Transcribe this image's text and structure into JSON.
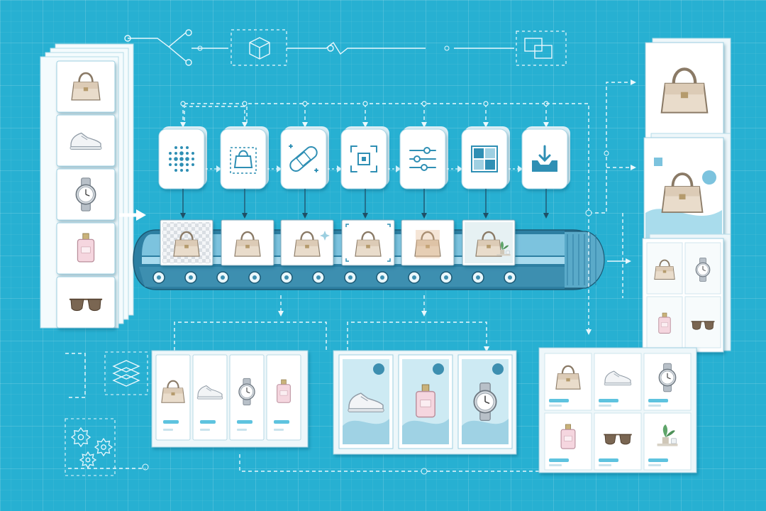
{
  "colors": {
    "background": "#27b0d2",
    "line": "#eaf8fd",
    "tile": "#ffffff",
    "icon": "#2f8fb4",
    "belt": "#3d8fb0",
    "bar": "#5ec3df"
  },
  "source_stack": {
    "products": [
      "handbag",
      "sneaker",
      "wristwatch",
      "perfume-bottle",
      "sunglasses"
    ]
  },
  "processing_steps": [
    {
      "name": "step-detect",
      "icon": "dots-grid-icon",
      "result": "background-removed"
    },
    {
      "name": "step-mask",
      "icon": "bag-outline-icon",
      "result": "clean-white"
    },
    {
      "name": "step-retouch",
      "icon": "bandage-icon",
      "result": "retouched-sparkle"
    },
    {
      "name": "step-crop",
      "icon": "crop-frame-icon",
      "result": "cropped"
    },
    {
      "name": "step-adjust",
      "icon": "sliders-icon",
      "result": "color-adjusted"
    },
    {
      "name": "step-layout",
      "icon": "layout-grid-icon",
      "result": "styled-scene"
    },
    {
      "name": "step-export",
      "icon": "download-tray-icon",
      "result": "exported"
    }
  ],
  "top_workflow_icons": [
    "branch-icon",
    "cube-icon",
    "window-icon"
  ],
  "bottom_workflow_icons": [
    "layers-icon",
    "gears-icon"
  ],
  "outputs": {
    "right": [
      {
        "name": "output-single-product",
        "products": [
          "handbag"
        ]
      },
      {
        "name": "output-banner",
        "products": [
          "handbag"
        ]
      },
      {
        "name": "output-grid-2x2",
        "products": [
          "handbag",
          "wristwatch",
          "perfume-bottle",
          "sunglasses"
        ]
      }
    ],
    "bottom": [
      {
        "name": "output-listing-strip",
        "products": [
          "handbag",
          "sneaker",
          "wristwatch",
          "perfume-bottle"
        ]
      },
      {
        "name": "output-story-posters",
        "products": [
          "sneaker",
          "perfume-bottle",
          "wristwatch"
        ]
      },
      {
        "name": "output-catalog-grid",
        "products": [
          "handbag",
          "sneaker",
          "wristwatch",
          "perfume-bottle",
          "sunglasses",
          "plant-display"
        ]
      }
    ]
  }
}
